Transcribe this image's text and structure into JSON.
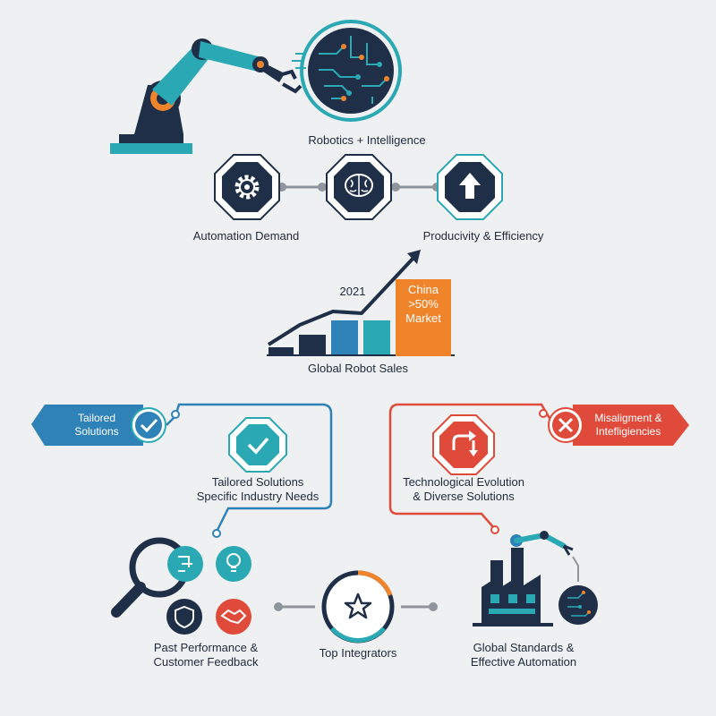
{
  "top": {
    "robotics_label": "Robotics + Intelligence"
  },
  "hub": {
    "automation_label": "Automation Demand",
    "productivity_label": "Producivity & Efficiency"
  },
  "growth": {
    "year_label": "2021",
    "china_line1": "China",
    "china_line2": ">50%",
    "china_line3": "Market",
    "sales_label": "Global Robot Sales"
  },
  "left_branch": {
    "banner_line1": "Tailored",
    "banner_line2": "Solutions",
    "label_line1": "Tailored Solutions",
    "label_line2": "Specific Industry Needs"
  },
  "right_branch": {
    "banner_line1": "Misaligment &",
    "banner_line2": "Intefligiencies",
    "label_line1": "Technological Evolution",
    "label_line2": "& Diverse Solutions"
  },
  "bottom": {
    "past_line1": "Past Performance &",
    "past_line2": "Customer Feedback",
    "integrators_label": "Top Integrators",
    "global_line1": "Global Standards &",
    "global_line2": "Effective Automation"
  },
  "colors": {
    "navy": "#1f2f48",
    "teal": "#2aa9b4",
    "blue": "#2f82b8",
    "orange": "#f0842b",
    "red": "#e04a3a",
    "gray": "#8e959c"
  },
  "icons": [
    "robot-arm-icon",
    "circuit-brain-icon",
    "gear-icon",
    "brain-icon",
    "arrow-up-icon",
    "check-icon",
    "x-icon",
    "refresh-arrows-icon",
    "magnifier-icon",
    "lightbulb-icon",
    "shield-icon",
    "handshake-icon",
    "star-icon",
    "factory-icon"
  ]
}
